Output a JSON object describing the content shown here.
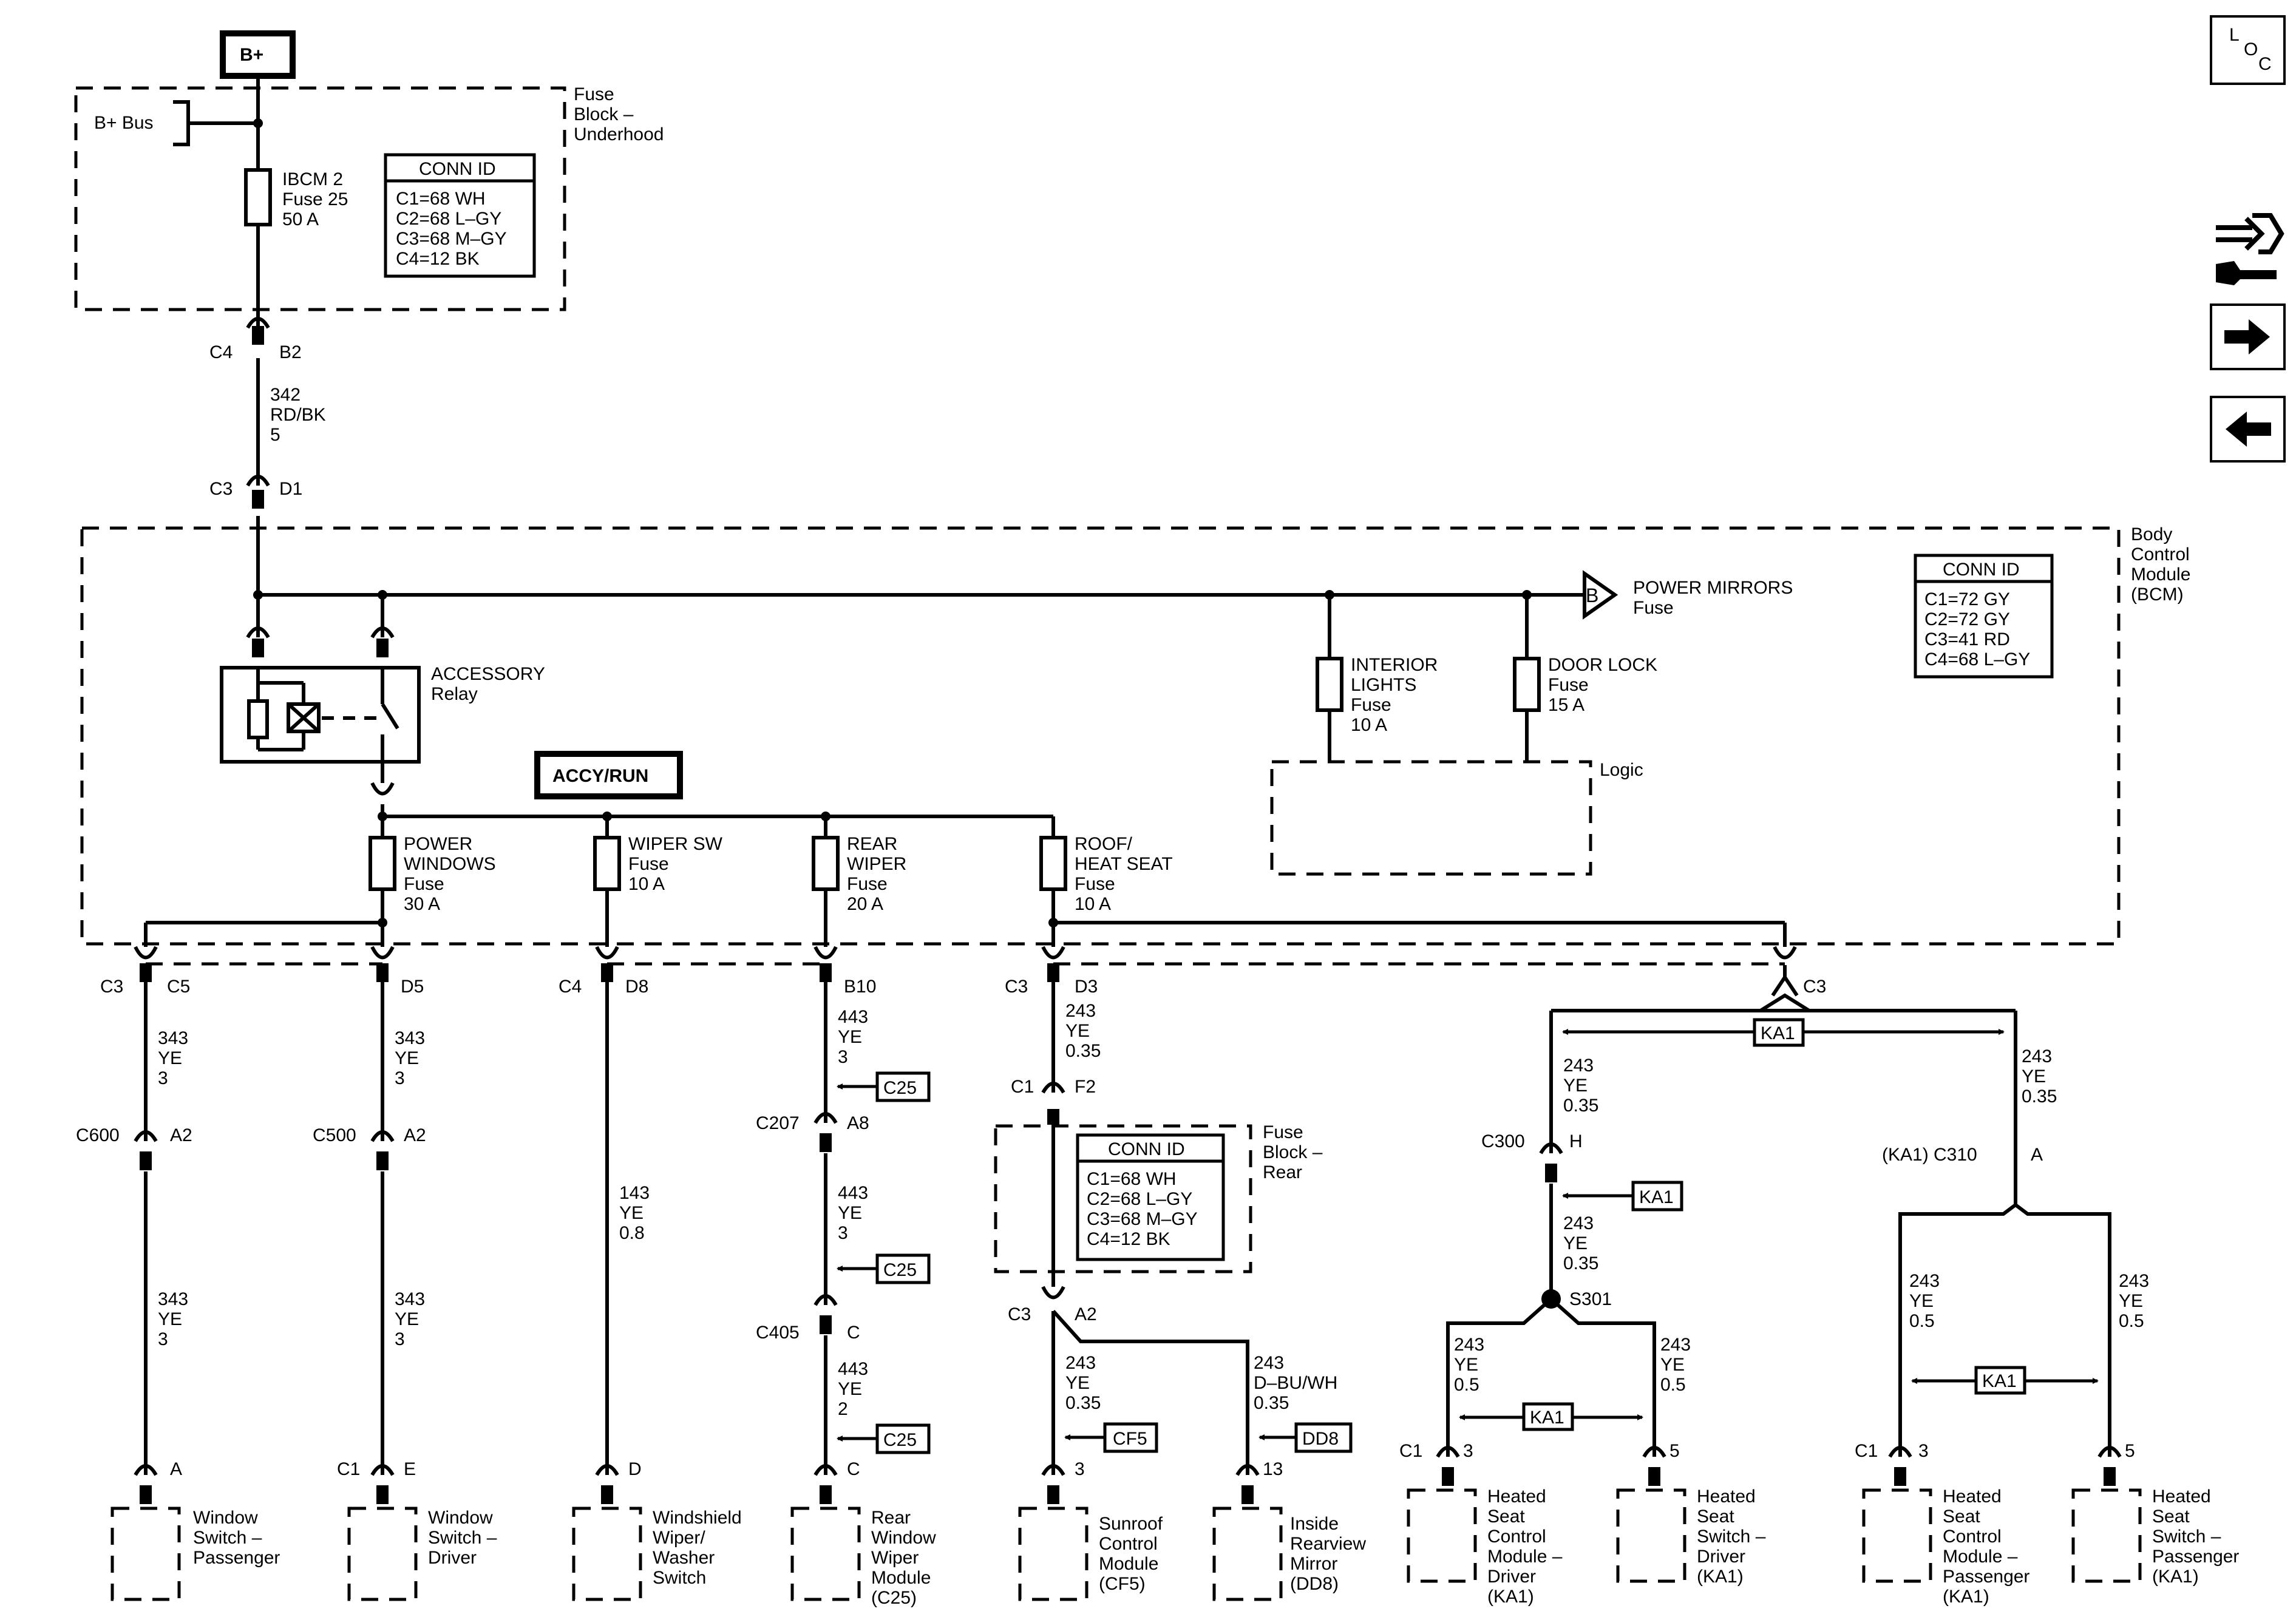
{
  "nav": {
    "loc": [
      "L",
      "O",
      "C"
    ],
    "next_icon": "arrow-right-icon",
    "prev_icon": "arrow-left-icon",
    "tool_icon": "connector-wrench-icon"
  },
  "top": {
    "b_plus": "B+",
    "b_bus": "B+ Bus",
    "fuse_block_underhood": [
      "Fuse",
      "Block –",
      "Underhood"
    ],
    "ibcm_fuse": [
      "IBCM 2",
      "Fuse 25",
      "50 A"
    ],
    "conn_underhood": {
      "title": "CONN ID",
      "rows": [
        "C1=68 WH",
        "C2=68 L–GY",
        "C3=68 M–GY",
        "C4=12 BK"
      ]
    },
    "c4": "C4",
    "b2": "B2",
    "wire_342": [
      "342",
      "RD/BK",
      "5"
    ],
    "c3": "C3",
    "d1": "D1"
  },
  "bcm": {
    "label": [
      "Body",
      "Control",
      "Module",
      "(BCM)"
    ],
    "conn": {
      "title": "CONN ID",
      "rows": [
        "C1=72 GY",
        "C2=72 GY",
        "C3=41 RD",
        "C4=68 L–GY"
      ]
    },
    "power_mirrors_ref": "B",
    "power_mirrors": [
      "POWER MIRRORS",
      "Fuse"
    ],
    "relay": [
      "ACCESSORY",
      "Relay"
    ],
    "interior_lights": [
      "INTERIOR",
      "LIGHTS",
      "Fuse",
      "10 A"
    ],
    "door_lock": [
      "DOOR LOCK",
      "Fuse",
      "15 A"
    ],
    "logic": "Logic",
    "accy_run": "ACCY/RUN",
    "power_windows": [
      "POWER",
      "WINDOWS",
      "Fuse",
      "30 A"
    ],
    "wiper_sw": [
      "WIPER SW",
      "Fuse",
      "10 A"
    ],
    "rear_wiper": [
      "REAR",
      "WIPER",
      "Fuse",
      "20 A"
    ],
    "roof_heat": [
      "ROOF/",
      "HEAT SEAT",
      "Fuse",
      "10 A"
    ]
  },
  "connectors": {
    "c3": "C3",
    "c5": "C5",
    "d5": "D5",
    "c4": "C4",
    "d8": "D8",
    "b10": "B10",
    "c3b": "C3",
    "d3": "D3",
    "c3r": "C3",
    "c600": "C600",
    "a2a": "A2",
    "c500": "C500",
    "a2b": "A2",
    "c207": "C207",
    "a8": "A8",
    "c405": "C405",
    "c_405": "C",
    "c1_f2": "C1",
    "f2": "F2",
    "c3_a2": "C3",
    "a2c": "A2",
    "c300": "C300",
    "h": "H",
    "ka1_c310": "(KA1) C310",
    "a_310": "A",
    "s301": "S301",
    "pin_a": "A",
    "pin_c1_e": "C1",
    "pin_e": "E",
    "pin_d": "D",
    "pin_c": "C",
    "pin_3": "3",
    "pin_13": "13",
    "ka_c1_a": "C1",
    "ka_3a": "3",
    "ka_5a": "5",
    "ka_c1_b": "C1",
    "ka_3b": "3",
    "ka_5b": "5"
  },
  "wires": {
    "w343a": [
      "343",
      "YE",
      "3"
    ],
    "w343b": [
      "343",
      "YE",
      "3"
    ],
    "w343c": [
      "343",
      "YE",
      "3"
    ],
    "w343d": [
      "343",
      "YE",
      "3"
    ],
    "w143": [
      "143",
      "YE",
      "0.8"
    ],
    "w443a": [
      "443",
      "YE",
      "3"
    ],
    "w443b": [
      "443",
      "YE",
      "3"
    ],
    "w443c": [
      "443",
      "YE",
      "2"
    ],
    "w243a": [
      "243",
      "YE",
      "0.35"
    ],
    "w243b": [
      "243",
      "YE",
      "0.35"
    ],
    "w243bu": [
      "243",
      "D–BU/WH",
      "0.35"
    ],
    "w243c": [
      "243",
      "YE",
      "0.35"
    ],
    "w243d": [
      "243",
      "YE",
      "0.35"
    ],
    "w243e": [
      "243",
      "YE",
      "0.35"
    ],
    "w243f": [
      "243",
      "YE",
      "0.5"
    ],
    "w243g": [
      "243",
      "YE",
      "0.5"
    ],
    "w243h": [
      "243",
      "YE",
      "0.5"
    ],
    "w243i": [
      "243",
      "YE",
      "0.5"
    ]
  },
  "refs": {
    "c25": "C25",
    "cf5": "CF5",
    "dd8": "DD8",
    "ka1": "KA1"
  },
  "rear_block": {
    "label": [
      "Fuse",
      "Block –",
      "Rear"
    ],
    "conn": {
      "title": "CONN ID",
      "rows": [
        "C1=68 WH",
        "C2=68 L–GY",
        "C3=68 M–GY",
        "C4=12 BK"
      ]
    }
  },
  "components": {
    "window_passenger": [
      "Window",
      "Switch –",
      "Passenger"
    ],
    "window_driver": [
      "Window",
      "Switch –",
      "Driver"
    ],
    "windshield": [
      "Windshield",
      "Wiper/",
      "Washer",
      "Switch"
    ],
    "rear_wiper_module": [
      "Rear",
      "Window",
      "Wiper",
      "Module",
      "(C25)"
    ],
    "sunroof": [
      "Sunroof",
      "Control",
      "Module",
      "(CF5)"
    ],
    "mirror": [
      "Inside",
      "Rearview",
      "Mirror",
      "(DD8)"
    ],
    "seat_ctrl_driver": [
      "Heated",
      "Seat",
      "Control",
      "Module –",
      "Driver",
      "(KA1)"
    ],
    "seat_sw_driver": [
      "Heated",
      "Seat",
      "Switch –",
      "Driver",
      "(KA1)"
    ],
    "seat_ctrl_pass": [
      "Heated",
      "Seat",
      "Control",
      "Module –",
      "Passenger",
      "(KA1)"
    ],
    "seat_sw_pass": [
      "Heated",
      "Seat",
      "Switch –",
      "Passenger",
      "(KA1)"
    ]
  }
}
